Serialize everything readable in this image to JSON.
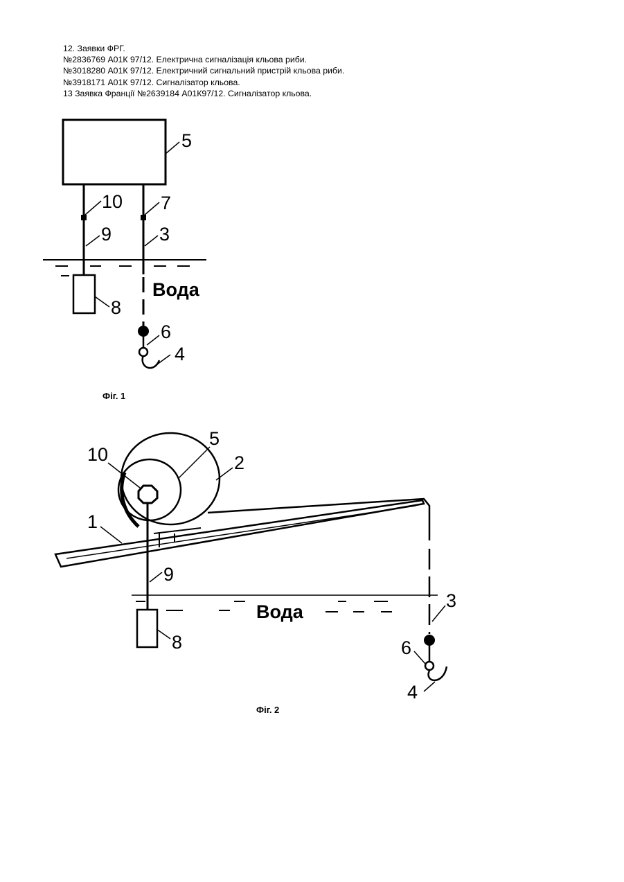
{
  "references": [
    "12. Заявки ФРГ.",
    "№2836769 А01К 97/12. Електрична сигналізація кльова риби.",
    "№3018280 А01К 97/12. Електричний сигнальний пристрій кльова риби.",
    "№3918171 А01К 97/12. Сигналізатор кльова.",
    "13 Заявка Франції №2639184 А01К97/12. Сигналізатор кльова."
  ],
  "fig1": {
    "caption": "Фіг. 1",
    "water_label": "Вода",
    "labels": {
      "n5": "5",
      "n10": "10",
      "n7": "7",
      "n9": "9",
      "n3": "3",
      "n8": "8",
      "n6": "6",
      "n4": "4"
    }
  },
  "fig2": {
    "caption": "Фіг. 2",
    "water_label": "Вода",
    "labels": {
      "n10": "10",
      "n5": "5",
      "n2": "2",
      "n1": "1",
      "n9": "9",
      "n8": "8",
      "n3": "3",
      "n6": "6",
      "n4": "4"
    }
  }
}
